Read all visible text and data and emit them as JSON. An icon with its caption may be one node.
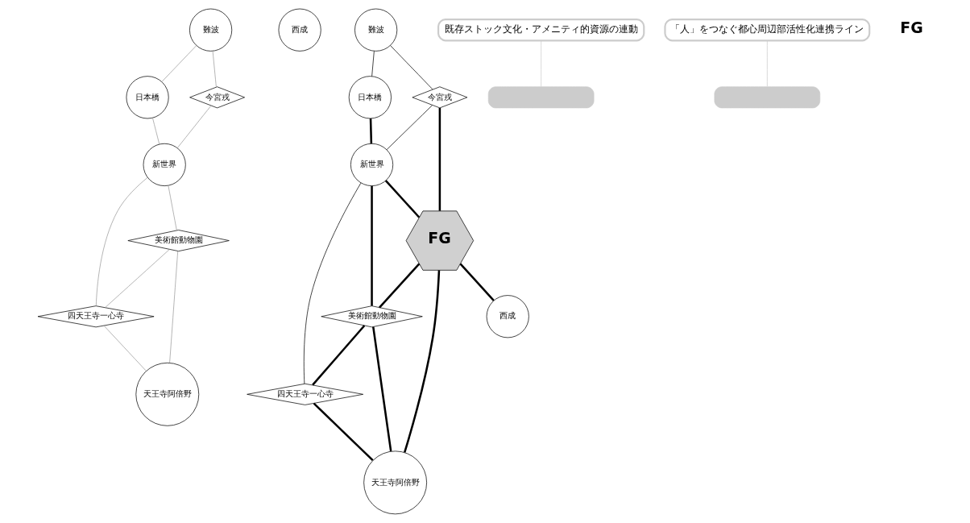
{
  "diagram": {
    "nodes": [
      {
        "text": [
          "難波"
        ]
      },
      {
        "text": [
          "日本橋"
        ]
      },
      {
        "text": [
          "今宮戎"
        ]
      },
      {
        "text": [
          "新世界"
        ]
      },
      {
        "text": [
          "四天王寺一心寺"
        ]
      },
      {
        "text": [
          "美術館動物園"
        ]
      },
      {
        "text": [
          "天王寺阿倍野"
        ]
      },
      {
        "text": [
          "西成"
        ]
      },
      {
        "text": [
          "難波"
        ]
      },
      {
        "text": [
          "日本橋"
        ]
      },
      {
        "text": [
          "今宮戎"
        ]
      },
      {
        "text": [
          "新世界"
        ]
      },
      {
        "text": [
          "四天王寺一心寺"
        ]
      },
      {
        "text": [
          "FG"
        ]
      },
      {
        "text": [
          "美術館動物園"
        ]
      },
      {
        "text": [
          "天王寺阿倍野"
        ]
      },
      {
        "text": [
          "西成"
        ]
      },
      {
        "text": [
          "既存ストック文化・アメニティ的資源の連動"
        ]
      },
      {
        "text": [
          "「人」をつなぐ都心周辺部活性化連携ライン"
        ]
      },
      {
        "text": [],
        "shape": "band"
      },
      {
        "text": [],
        "shape": "band"
      }
    ],
    "edges": [
      {
        "from": 0,
        "to": 1,
        "arrow": "none",
        "color": "#999999"
      },
      {
        "from": 0,
        "to": 2,
        "arrow": "none",
        "color": "#999999"
      },
      {
        "from": 1,
        "to": 3,
        "arrow": "none",
        "color": "#999999"
      },
      {
        "from": 2,
        "to": 3,
        "arrow": "none",
        "color": "#999999"
      },
      {
        "from": 3,
        "to": 4,
        "arrow": "none",
        "color": "#999999"
      },
      {
        "from": 3,
        "to": 5,
        "arrow": "none",
        "color": "#999999"
      },
      {
        "from": 5,
        "to": 4,
        "arrow": "none",
        "color": "#999999"
      },
      {
        "from": 5,
        "to": 6,
        "arrow": "none",
        "color": "#999999"
      },
      {
        "from": 4,
        "to": 6,
        "arrow": "none",
        "color": "#999999"
      },
      {
        "from": 8,
        "to": 9,
        "arrow": "none"
      },
      {
        "from": 8,
        "to": 10,
        "arrow": "none"
      },
      {
        "from": 9,
        "to": 11,
        "arrow": "none",
        "style": "thick"
      },
      {
        "from": 10,
        "to": 11,
        "arrow": "none"
      },
      {
        "from": 11,
        "to": 12,
        "arrow": "none"
      },
      {
        "from": 10,
        "to": 13,
        "arrow": "none",
        "style": "thick"
      },
      {
        "from": 11,
        "to": 13,
        "arrow": "none",
        "style": "thick"
      },
      {
        "from": 11,
        "to": 14,
        "arrow": "none",
        "style": "thick"
      },
      {
        "from": 13,
        "to": 14,
        "arrow": "none",
        "style": "thick"
      },
      {
        "from": 14,
        "to": 12,
        "arrow": "none",
        "style": "thick"
      },
      {
        "from": 14,
        "to": 15,
        "arrow": "none",
        "style": "thick"
      },
      {
        "from": 12,
        "to": 15,
        "arrow": "none",
        "style": "thick"
      },
      {
        "from": 13,
        "to": 15,
        "arrow": "none",
        "style": "thick"
      },
      {
        "from": 13,
        "to": 16,
        "arrow": "none",
        "style": "thick"
      },
      {
        "from": 17,
        "to": 19,
        "arrow": "none",
        "color": "#cccccc"
      },
      {
        "from": 18,
        "to": 20,
        "arrow": "none",
        "color": "#cccccc"
      }
    ],
    "labels": [
      "FG"
    ]
  }
}
